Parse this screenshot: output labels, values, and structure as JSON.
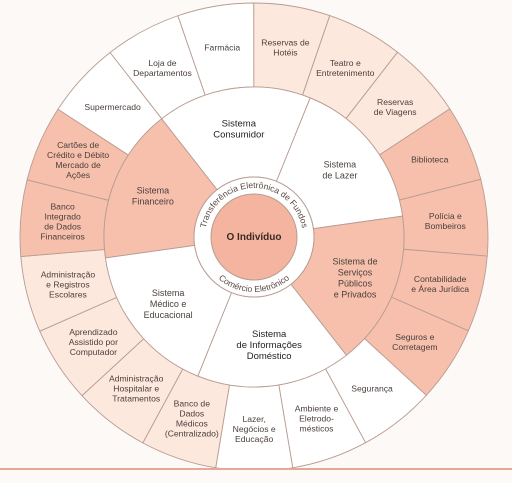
{
  "colors": {
    "shaded": "#f6c0ac",
    "light": "#fde8de",
    "white": "#ffffff",
    "stroke": "#b89c92",
    "core": "#f4b4a0",
    "ring": "#ffffff"
  },
  "core": {
    "label": "O Indivíduo"
  },
  "ring": {
    "top_text": "Transferência Eletrônica de Fundos",
    "bottom_text": "Comércio Eletrônico"
  },
  "systems": [
    {
      "id": "consumidor",
      "lines": [
        "Sistema",
        "Consumidor"
      ],
      "bold": true,
      "fill": "white"
    },
    {
      "id": "lazer",
      "lines": [
        "Sistema",
        "de Lazer"
      ],
      "bold": false,
      "fill": "white"
    },
    {
      "id": "servicos",
      "lines": [
        "Sistema de",
        "Serviços",
        "Públicos",
        "e Privados"
      ],
      "bold": false,
      "fill": "shaded"
    },
    {
      "id": "informacoes",
      "lines": [
        "Sistema",
        "de Informações",
        "Doméstico"
      ],
      "bold": true,
      "fill": "white"
    },
    {
      "id": "medico",
      "lines": [
        "Sistema",
        "Médico e",
        "Educacional"
      ],
      "bold": false,
      "fill": "white"
    },
    {
      "id": "financeiro",
      "lines": [
        "Sistema",
        "Financeiro"
      ],
      "bold": false,
      "fill": "shaded"
    }
  ],
  "outer_segments": [
    {
      "lines": [
        "Farmácia"
      ],
      "fill": "white"
    },
    {
      "lines": [
        "Reservas de",
        "Hotéis"
      ],
      "fill": "light"
    },
    {
      "lines": [
        "Teatro e",
        "Entretenimento"
      ],
      "fill": "light"
    },
    {
      "lines": [
        "Reservas",
        "de Viagens"
      ],
      "fill": "light"
    },
    {
      "lines": [
        "Biblioteca"
      ],
      "fill": "shaded"
    },
    {
      "lines": [
        "Polícia e",
        "Bombeiros"
      ],
      "fill": "shaded"
    },
    {
      "lines": [
        "Contabilidade",
        "e Área Jurídica"
      ],
      "fill": "shaded"
    },
    {
      "lines": [
        "Seguros e",
        "Corretagem"
      ],
      "fill": "shaded"
    },
    {
      "lines": [
        "Segurança"
      ],
      "fill": "white"
    },
    {
      "lines": [
        "Ambiente e",
        "Eletrodo-",
        "mésticos"
      ],
      "fill": "white"
    },
    {
      "lines": [
        "Lazer,",
        "Negócios e",
        "Educação"
      ],
      "fill": "white"
    },
    {
      "lines": [
        "Banco de",
        "Dados",
        "Médicos",
        "(Centralizado)"
      ],
      "fill": "light"
    },
    {
      "lines": [
        "Administração",
        "Hospitalar e",
        "Tratamentos"
      ],
      "fill": "light"
    },
    {
      "lines": [
        "Aprendizado",
        "Assistido por",
        "Computador"
      ],
      "fill": "light"
    },
    {
      "lines": [
        "Administração",
        "e Registros",
        "Escolares"
      ],
      "fill": "light"
    },
    {
      "lines": [
        "Banco",
        "Integrado",
        "de Dados",
        "Financeiros"
      ],
      "fill": "shaded"
    },
    {
      "lines": [
        "Cartões de",
        "Crédito e Débito",
        "Mercado de",
        "Ações"
      ],
      "fill": "shaded"
    },
    {
      "lines": [
        "Supermercado"
      ],
      "fill": "white"
    },
    {
      "lines": [
        "Loja de",
        "Departamentos"
      ],
      "fill": "white"
    }
  ]
}
